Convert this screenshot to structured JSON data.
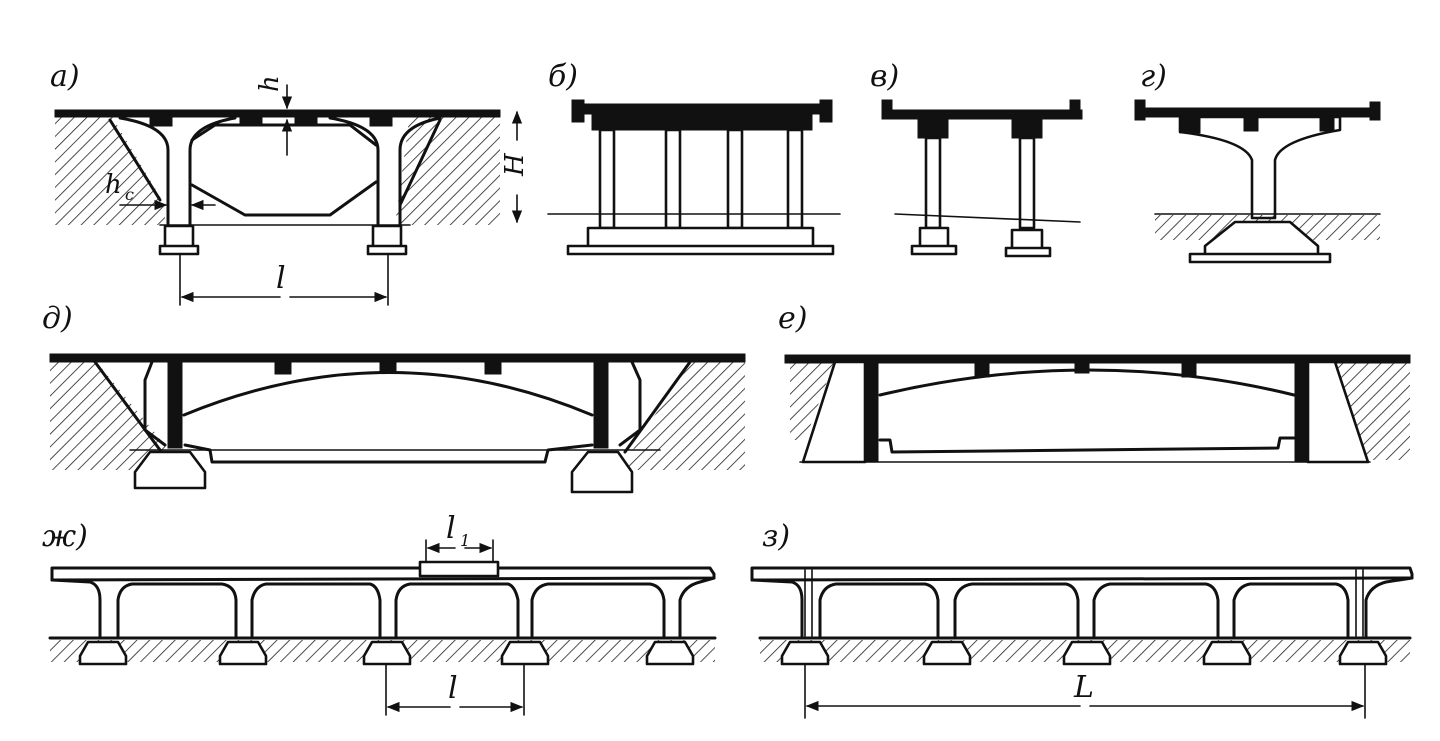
{
  "panels": {
    "a": "а)",
    "b": "б)",
    "v": "в)",
    "g": "г)",
    "d": "д)",
    "e": "е)",
    "zh": "ж)",
    "z": "з)"
  },
  "dims": {
    "h": "h",
    "hc": "h",
    "hc_sub": "c",
    "H": "H",
    "l_a": "l",
    "l1": "l",
    "l1_sub": "1",
    "l_zh": "l",
    "L": "L"
  }
}
